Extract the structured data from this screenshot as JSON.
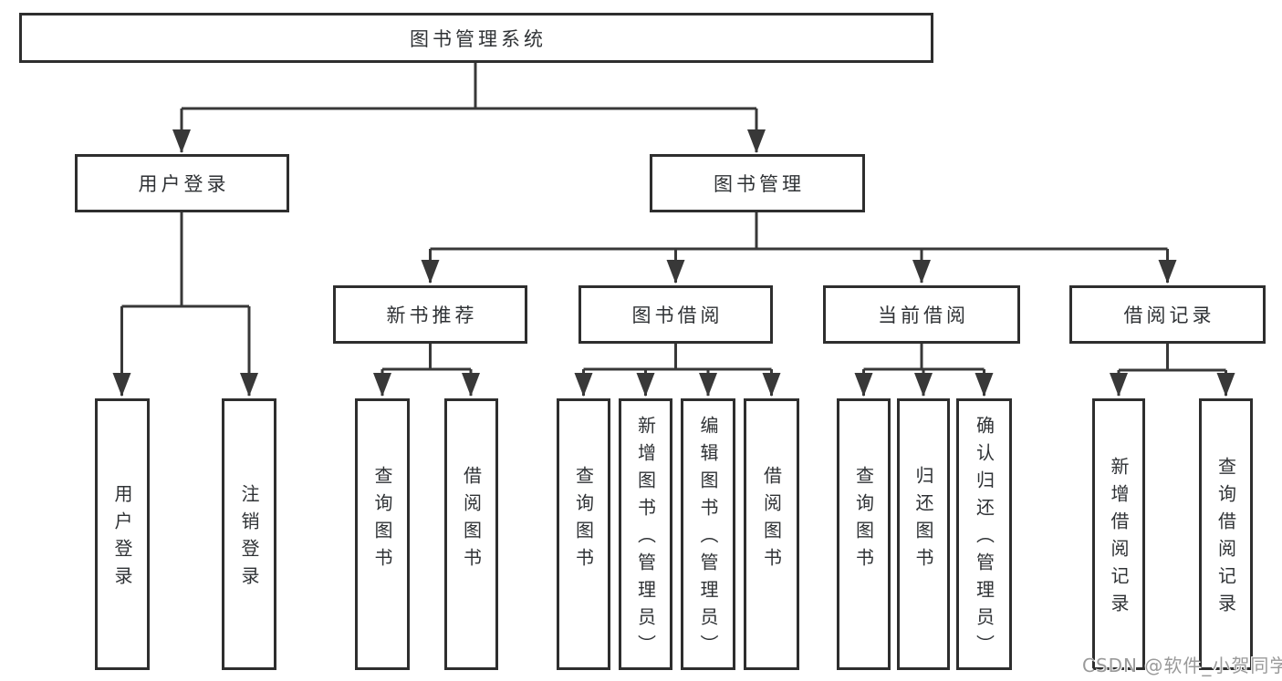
{
  "title": "图书管理系统",
  "watermark": "CSDN @软件_小贺同学",
  "colors": {
    "background": "#ffffff",
    "box_border": "#2e2e2e",
    "connector_line": "#383838",
    "text": "#2f3235",
    "watermark_text": "#9a9a9a"
  },
  "nodes": {
    "root": {
      "label": "图书管理系统"
    },
    "login": {
      "label": "用户登录"
    },
    "mgmt": {
      "label": "图书管理"
    },
    "newbook": {
      "label": "新书推荐"
    },
    "borrow": {
      "label": "图书借阅"
    },
    "current": {
      "label": "当前借阅"
    },
    "records": {
      "label": "借阅记录"
    },
    "login_user": {
      "label": "用户登录"
    },
    "login_logout": {
      "label": "注销登录"
    },
    "newbook_query": {
      "label": "查询图书"
    },
    "newbook_borrow": {
      "label": "借阅图书"
    },
    "borrow_query": {
      "label": "查询图书"
    },
    "borrow_add": {
      "label": "新增图书（管理员）"
    },
    "borrow_edit": {
      "label": "编辑图书（管理员）"
    },
    "borrow_lend": {
      "label": "借阅图书"
    },
    "current_query": {
      "label": "查询图书"
    },
    "current_return": {
      "label": "归还图书"
    },
    "current_confirm": {
      "label": "确认归还（管理员）"
    },
    "records_add": {
      "label": "新增借阅记录"
    },
    "records_query": {
      "label": "查询借阅记录"
    }
  },
  "hierarchy": {
    "图书管理系统": {
      "用户登录": [
        "用户登录",
        "注销登录"
      ],
      "图书管理": {
        "新书推荐": [
          "查询图书",
          "借阅图书"
        ],
        "图书借阅": [
          "查询图书",
          "新增图书（管理员）",
          "编辑图书（管理员）",
          "借阅图书"
        ],
        "当前借阅": [
          "查询图书",
          "归还图书",
          "确认归还（管理员）"
        ],
        "借阅记录": [
          "新增借阅记录",
          "查询借阅记录"
        ]
      }
    }
  }
}
